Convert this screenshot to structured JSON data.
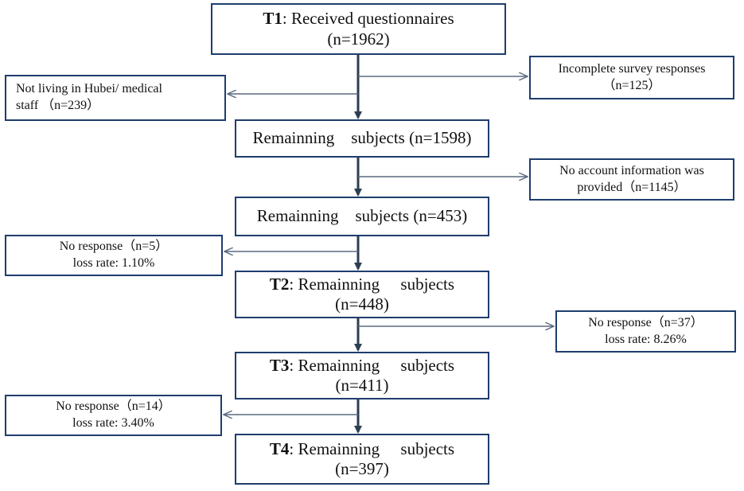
{
  "main_boxes": [
    {
      "prefix": "T1",
      "label": ": Received questionnaires",
      "count": "(n=1962)"
    },
    {
      "label": "Remainning    subjects (n=1598)"
    },
    {
      "label": "Remainning    subjects (n=453)"
    },
    {
      "prefix": "T2",
      "label": ": Remainning     subjects",
      "count": "(n=448)"
    },
    {
      "prefix": "T3",
      "label": ": Remainning     subjects",
      "count": "(n=411)"
    },
    {
      "prefix": "T4",
      "label": ": Remainning     subjects",
      "count": "(n=397)"
    }
  ],
  "exclusions": [
    {
      "line1": "Not living in Hubei/ medical",
      "line2": "staff （n=239）"
    },
    {
      "line1": "Incomplete survey responses",
      "line2": "（n=125）"
    },
    {
      "line1": "No account information was",
      "line2": "provided（n=1145）"
    },
    {
      "line1": "No response（n=5）",
      "line2": "loss rate: 1.10%"
    },
    {
      "line1": "No response（n=37）",
      "line2": "loss rate: 8.26%"
    },
    {
      "line1": "No response（n=14）",
      "line2": "loss rate: 3.40%"
    }
  ],
  "colors": {
    "border": "#1e3d6e",
    "arrow": "#34495e",
    "thin_arrow": "#5a6a80"
  }
}
